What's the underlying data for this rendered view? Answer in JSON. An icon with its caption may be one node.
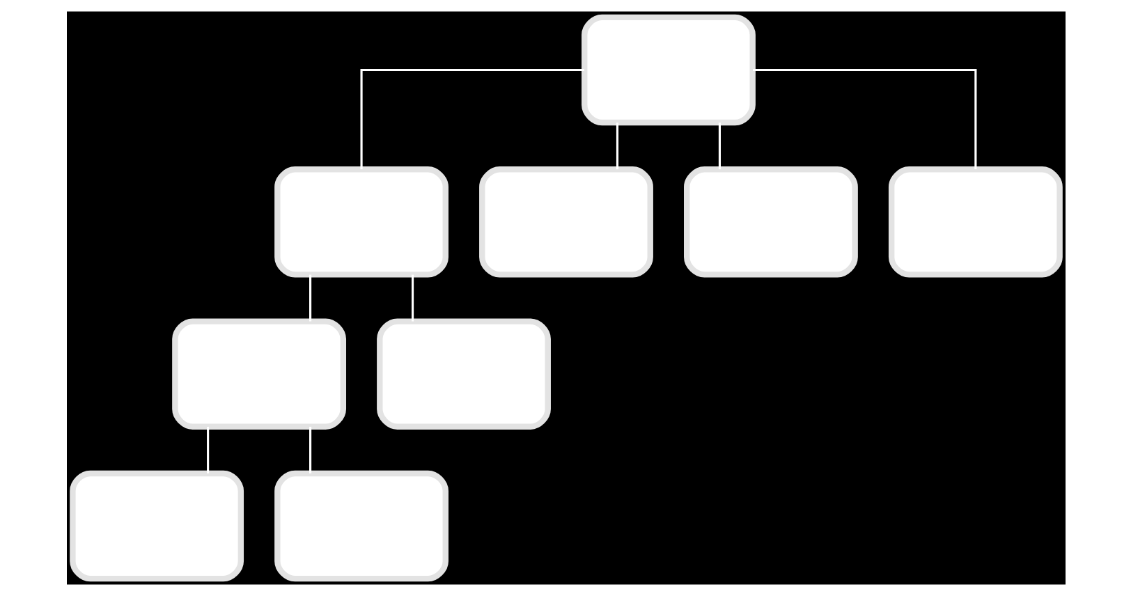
{
  "diagram": {
    "nodes": [
      {
        "text": [],
        "shape": "box"
      },
      {
        "text": [],
        "shape": "box"
      },
      {
        "text": [],
        "shape": "box"
      },
      {
        "text": [],
        "shape": "box"
      },
      {
        "text": [],
        "shape": "box"
      },
      {
        "text": [],
        "shape": "box"
      },
      {
        "text": [],
        "shape": "box"
      },
      {
        "text": [],
        "shape": "box"
      },
      {
        "text": [],
        "shape": "box"
      }
    ],
    "edges": [
      {
        "from": 0,
        "to": 1,
        "arrow": "none"
      },
      {
        "from": 0,
        "to": 2,
        "arrow": "none"
      },
      {
        "from": 0,
        "to": 3,
        "arrow": "none"
      },
      {
        "from": 0,
        "to": 4,
        "arrow": "none"
      },
      {
        "from": 1,
        "to": 5,
        "arrow": "none"
      },
      {
        "from": 1,
        "to": 6,
        "arrow": "none"
      },
      {
        "from": 5,
        "to": 7,
        "arrow": "none"
      },
      {
        "from": 5,
        "to": 8,
        "arrow": "none"
      }
    ]
  }
}
